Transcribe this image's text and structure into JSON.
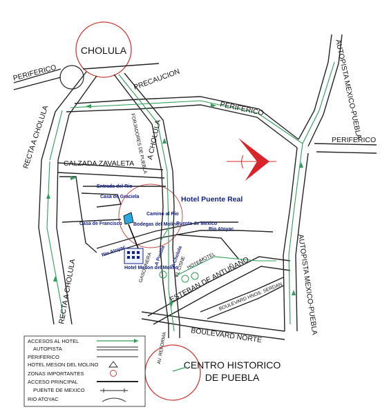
{
  "places": {
    "cholula": "CHOLULA",
    "centro_line1": "CENTRO HISTORICO",
    "centro_line2": "DE PUEBLA"
  },
  "streets": {
    "periferico_top_left": "PERIFERICO",
    "precaucion": "PRECAUCION",
    "periferico_mid": "PERIFERICO",
    "periferico_right": "PERIFERICO",
    "autopista_top": "AUTOPISTA MEXICO-PUEBLA",
    "autopista_bottom": "AUTOPISTA MEXICO-PUEBLA",
    "recta_cholula_upper": "RECTA A CHOLULA",
    "recta_cholula_lower": "RECTA A CHOLULA",
    "calzada_zavaleta": "CALZADA ZAVALETA",
    "forjadores": "FORJADORES DE PUEBLA",
    "a_cholula": "A CHOLULA",
    "esteban": "ESTEBAN DE ANTUÑANO",
    "blvd_norte": "BOULEVARD NORTE",
    "blvd_hnos": "BOULEVARD HNOS. SERDAN",
    "gasolinera": "GASOLINERA",
    "hotel": "HOTEL",
    "motel": "MOTEL",
    "rio_atoyac": "Rio Atoyac",
    "rio_atoyac2": "Rio Atoyac",
    "a_puebla": "A Puebla",
    "a_cholula_small": "A Cholula",
    "av_reforma": "AV. REFORMA",
    "el_cisne": "EL CISNE"
  },
  "landmarks": {
    "hotel_puente_real": "Hotel Puente Real",
    "bodegas_del_molino": "Bodegas del Molino",
    "camino_al_rio": "Camino al Rio",
    "casa_de_graciela": "Casa de Graciela",
    "casa_de_francisco": "Casa de Francisco",
    "puente_de_mexico": "Puente de Mexico",
    "hotel_meson_small": "Hotel Meson del Molino",
    "entrada_del_rio": "Entrada del Rio"
  },
  "legend": {
    "items": [
      {
        "label": "ACCESOS AL HOTEL",
        "symbol": "green-arrow"
      },
      {
        "label": "AUTOPISTA",
        "symbol": "double-line"
      },
      {
        "label": "PERIFERICO",
        "symbol": "single-line"
      },
      {
        "label": "HOTEL MESON DEL MOLINO",
        "symbol": "hotel-shape"
      },
      {
        "label": "ZONAS IMPORTANTES",
        "symbol": "red-circle"
      },
      {
        "label": "ACCESO PRINCIPAL",
        "symbol": "thick-line"
      },
      {
        "label": "PUENTE DE MEXICO",
        "symbol": "bridge-line"
      },
      {
        "label": "RIO ATOYAC",
        "symbol": "arc"
      }
    ]
  },
  "colors": {
    "route_green": "#2e9d57",
    "zone_red": "#cc3b35",
    "hotel_blue": "#29a9df",
    "label_blue": "#14208a",
    "compass_red": "#d9242b"
  }
}
